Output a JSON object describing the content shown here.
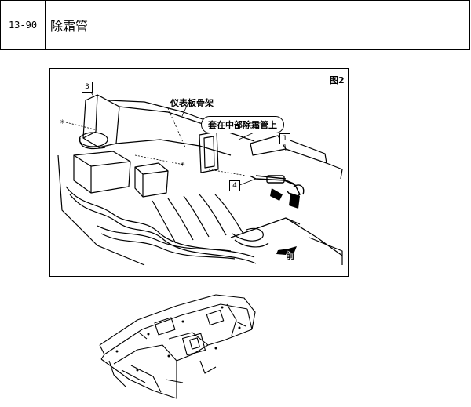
{
  "header": {
    "page_code": "13-90",
    "title": "除霜管"
  },
  "figure": {
    "fig_number": "图2",
    "label_frame": "仪表板骨架",
    "label_fit": "套在中部除霜管上",
    "label_front": "前",
    "callouts": [
      "3",
      "1",
      "4"
    ]
  }
}
